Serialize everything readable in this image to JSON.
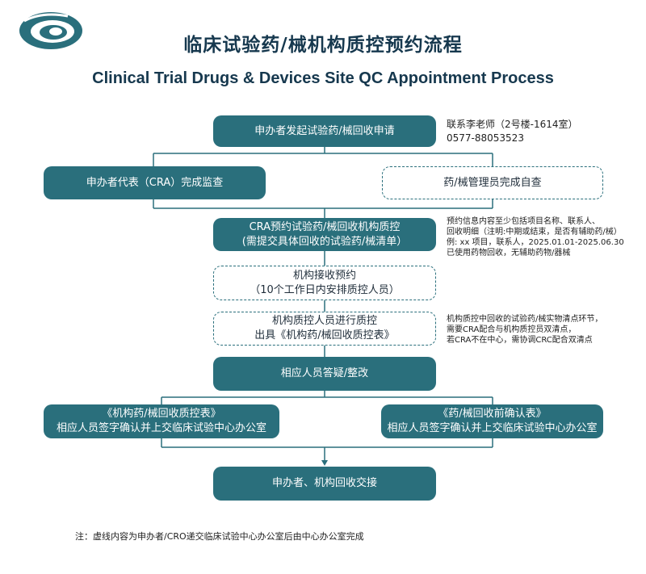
{
  "title_cn": "临床试验药/械机构质控预约流程",
  "title_en": "Clinical Trial Drugs & Devices Site QC Appointment Process",
  "logo": {
    "icon": "eye-swirl-logo",
    "color": "#2a6f7c"
  },
  "colors": {
    "solid_box": "#2a6f7c",
    "title": "#16384e",
    "line": "#2a6f7c"
  },
  "steps": {
    "apply": "申办者发起试验药/械回收申请",
    "cra_monitor": "申办者代表（CRA）完成监查",
    "admin_self_check": "药/械管理员完成自查",
    "cra_book_line1": "CRA预约试验药/械回收机构质控",
    "cra_book_line2": "(需提交具体回收的试验药/械清单）",
    "site_receive_line1": "机构接收预约",
    "site_receive_line2": "（10个工作日内安排质控人员）",
    "qc_line1": "机构质控人员进行质控",
    "qc_line2": "出具《机构药/械回收质控表》",
    "answer": "相应人员答疑/整改",
    "left_form_line1": "《机构药/械回收质控表》",
    "left_form_line2": "相应人员签字确认并上交临床试验中心办公室",
    "right_form_line1": "《药/械回收前确认表》",
    "right_form_line2": "相应人员签字确认并上交临床试验中心办公室",
    "handover": "申办者、机构回收交接"
  },
  "contact": {
    "line1": "联系李老师（2号楼-1614室）",
    "line2": "0577-88053523"
  },
  "notes": {
    "booking": [
      "预约信息内容至少包括项目名称、联系人、",
      "回收明细（注明:中期或结束，是否有辅助药/械）",
      "例: xx 项目，联系人，2025.01.01-2025.06.30",
      "已使用药物回收，无辅助药物/器械"
    ],
    "qc": [
      "机构质控中回收的试验药/械实物清点环节，",
      "需要CRA配合与机构质控员双清点，",
      "若CRA不在中心，需协调CRC配合双清点"
    ]
  },
  "footnote": "注：虚线内容为申办者/CRO递交临床试验中心办公室后由中心办公室完成"
}
